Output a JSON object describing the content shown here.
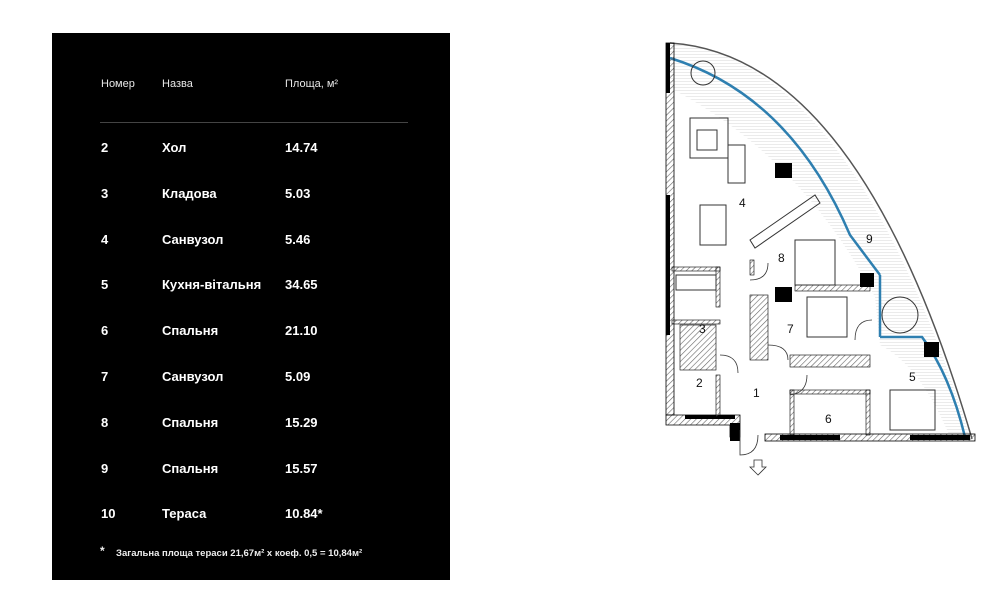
{
  "table": {
    "headers": {
      "number": "Номер",
      "name": "Назва",
      "area": "Площа, м²"
    },
    "rows": [
      {
        "number": "2",
        "name": "Хол",
        "area": "14.74"
      },
      {
        "number": "3",
        "name": "Кладова",
        "area": "5.03"
      },
      {
        "number": "4",
        "name": "Санвузол",
        "area": "5.46"
      },
      {
        "number": "5",
        "name": "Кухня-вітальня",
        "area": "34.65"
      },
      {
        "number": "6",
        "name": "Спальня",
        "area": "21.10"
      },
      {
        "number": "7",
        "name": "Санвузол",
        "area": "5.09"
      },
      {
        "number": "8",
        "name": "Спальня",
        "area": "15.29"
      },
      {
        "number": "9",
        "name": "Спальня",
        "area": "15.57"
      },
      {
        "number": "10",
        "name": "Тераса",
        "area": "10.84*"
      }
    ],
    "footnote_mark": "*",
    "footnote": "Загальна площа тераси 21,67м² x коеф. 0,5 = 10,84м²"
  },
  "plan": {
    "room_labels": [
      "1",
      "2",
      "3",
      "4",
      "5",
      "6",
      "7",
      "8",
      "9"
    ],
    "glazing_color": "#2e7fb0"
  }
}
